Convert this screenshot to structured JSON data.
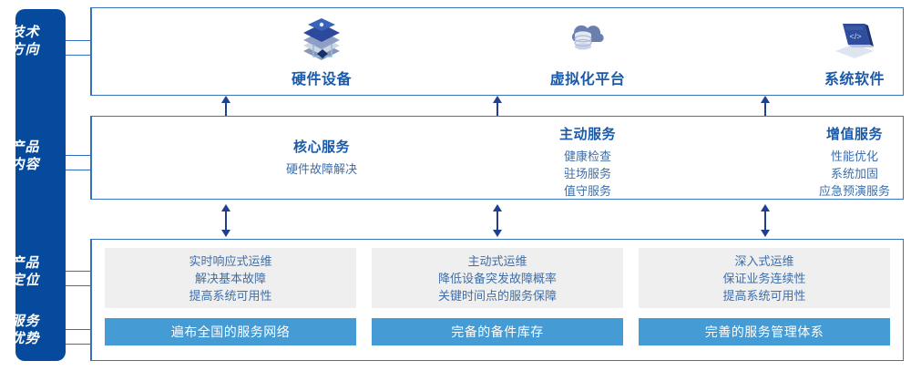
{
  "sidebar": {
    "color": "#064A9E",
    "labels": [
      {
        "name": "tech-direction",
        "line1": "技术",
        "line2": "方向"
      },
      {
        "name": "product-content",
        "line1": "产品",
        "line2": "内容"
      },
      {
        "name": "product-positioning",
        "line1": "产品",
        "line2": "定位"
      },
      {
        "name": "service-advantage",
        "line1": "服务",
        "line2": "优势"
      }
    ]
  },
  "colors": {
    "accent_blue": "#1b5aa8",
    "bar_blue": "#459BD4",
    "grey_box": "#efefef",
    "border_blue": "#3a74be",
    "body_text": "#3f6ea8"
  },
  "row1": {
    "columns": [
      {
        "icon": "server-stack-icon",
        "label": "硬件设备"
      },
      {
        "icon": "cloud-database-icon",
        "label": "虚拟化平台"
      },
      {
        "icon": "laptop-code-icon",
        "label": "系统软件"
      }
    ]
  },
  "row2": {
    "columns": [
      {
        "title": "核心服务",
        "items": [
          "硬件故障解决"
        ]
      },
      {
        "title": "主动服务",
        "items": [
          "健康检查",
          "驻场服务",
          "值守服务"
        ]
      },
      {
        "title": "增值服务",
        "items": [
          "性能优化",
          "系统加固",
          "应急预演服务"
        ]
      }
    ]
  },
  "row3": {
    "columns": [
      {
        "positioning": [
          "实时响应式运维",
          "解决基本故障",
          "提高系统可用性"
        ],
        "advantage": "遍布全国的服务网络"
      },
      {
        "positioning": [
          "主动式运维",
          "降低设备突发故障概率",
          "关键时间点的服务保障"
        ],
        "advantage": "完备的备件库存"
      },
      {
        "positioning": [
          "深入式运维",
          "保证业务连续性",
          "提高系统可用性"
        ],
        "advantage": "完善的服务管理体系"
      }
    ]
  },
  "arrows": {
    "row1_to_row2": "arrow-up-icon",
    "row2_to_row3": "arrow-up-down-icon"
  }
}
